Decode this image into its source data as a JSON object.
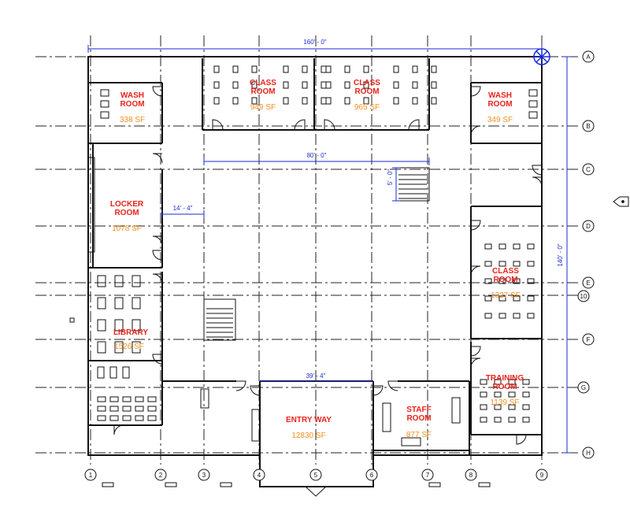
{
  "grid": {
    "columns": [
      "1",
      "2",
      "3",
      "4",
      "5",
      "6",
      "7",
      "8",
      "9"
    ],
    "rows": [
      "A",
      "B",
      "C",
      "D",
      "E",
      "10",
      "F",
      "G",
      "H"
    ]
  },
  "dimensions": {
    "overall_width": "160' - 0\"",
    "overall_depth": "140' - 0\"",
    "corridor_span": "80' - 0\"",
    "locker_offset": "14' - 4\"",
    "stair_depth": "5' - 0\"",
    "entry_span": "39' - 4\""
  },
  "rooms": [
    {
      "name_lines": [
        "WASH",
        "ROOM"
      ],
      "area": "338 SF"
    },
    {
      "name_lines": [
        "CLASS",
        "ROOM"
      ],
      "area": "949 SF"
    },
    {
      "name_lines": [
        "CLASS",
        "ROOM"
      ],
      "area": "965 SF"
    },
    {
      "name_lines": [
        "WASH",
        "ROOM"
      ],
      "area": "349 SF"
    },
    {
      "name_lines": [
        "LOCKER",
        "ROOM"
      ],
      "area": "1078 SF"
    },
    {
      "name_lines": [
        "CLASS",
        "ROOM"
      ],
      "area": "1337 SF"
    },
    {
      "name_lines": [
        "LIBRARY"
      ],
      "area": "1526 SF"
    },
    {
      "name_lines": [
        "TRAINING",
        "ROOM"
      ],
      "area": "1139 SF"
    },
    {
      "name_lines": [
        "ENTRY WAY"
      ],
      "area": "12830 SF"
    },
    {
      "name_lines": [
        "STAFF",
        "ROOM"
      ],
      "area": "877 SF"
    }
  ],
  "colors": {
    "room_name": "#e8231c",
    "room_area": "#f0901e",
    "dimension": "#1a2bd6",
    "wall": "#111111",
    "grid_line": "#222222"
  }
}
